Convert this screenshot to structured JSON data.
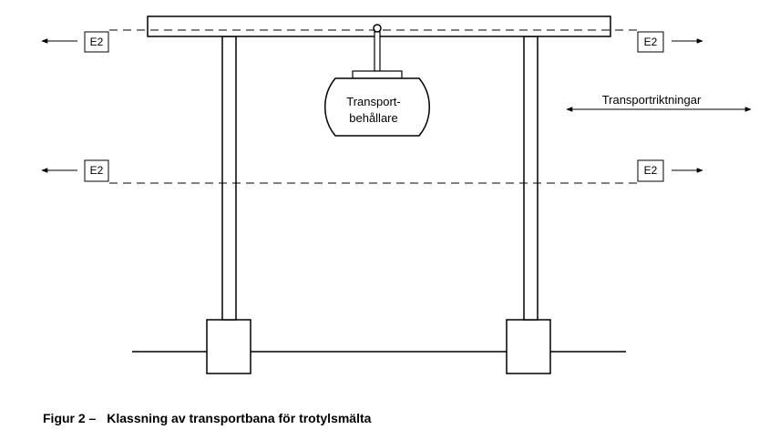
{
  "zone_labels": {
    "top_left": "E2",
    "top_right": "E2",
    "mid_left": "E2",
    "mid_right": "E2"
  },
  "container": {
    "line1": "Transport-",
    "line2": "behållare"
  },
  "directions_label": "Transportriktningar",
  "caption": {
    "number": "Figur 2 –",
    "text": "Klassning av transportbana för trotylsmälta"
  }
}
